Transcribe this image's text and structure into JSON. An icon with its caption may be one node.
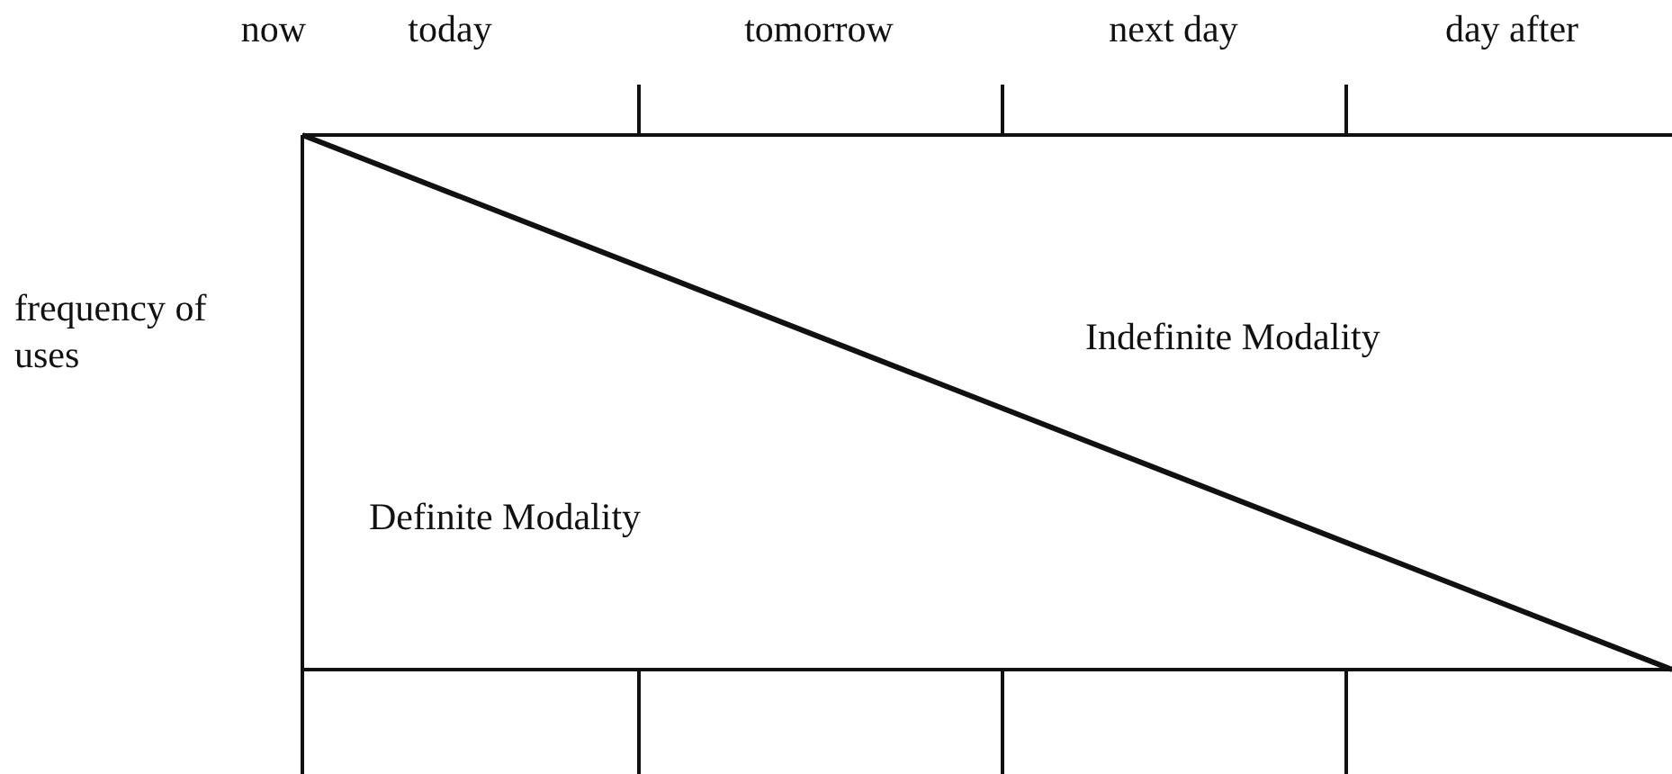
{
  "diagram": {
    "nodes": [
      {
        "text": [
          "Indefinite Modality"
        ]
      },
      {
        "text": [
          "Definite Modality"
        ]
      }
    ],
    "labels": [
      "now",
      "today",
      "tomorrow",
      "next day",
      "day after",
      "frequency of uses"
    ]
  }
}
